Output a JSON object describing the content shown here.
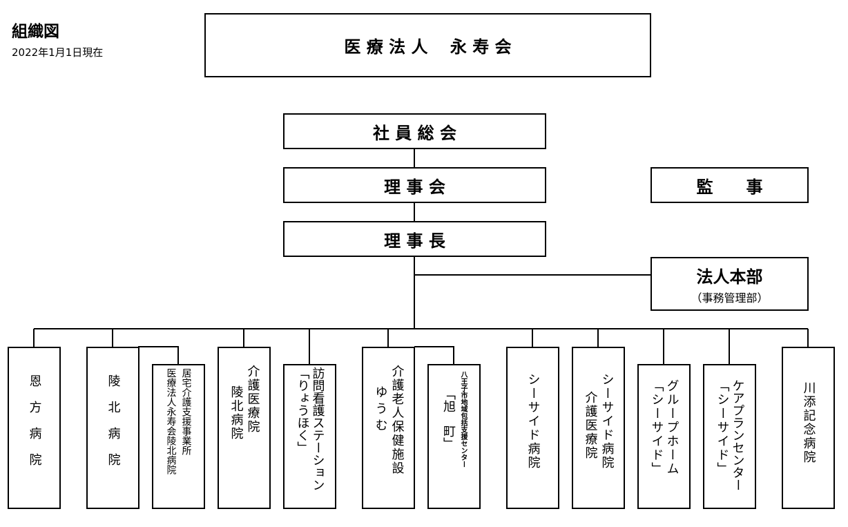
{
  "header": {
    "title": "組織図",
    "date": "2022年1月1日現在"
  },
  "root": "医 療 法 人　 永 寿 会",
  "levels": {
    "shain": "社 員 総 会",
    "rijikai": "理 事 会",
    "kanji": "監　　事",
    "rijicho": "理 事 長",
    "honbu": {
      "main": "法人本部",
      "sub": "（事務管理部）"
    }
  },
  "units": {
    "onkata": "恩方病院",
    "ryohoku": "陵北病院",
    "kyotaku": [
      "居宅介護支援事業所",
      "医療法人永寿会陵北病院"
    ],
    "kaigo_iryo": [
      "介護医療院",
      "陵北病院"
    ],
    "homon": [
      "訪問看護ステーション",
      "「りょうほく」"
    ],
    "roken": [
      "介護老人保健施設",
      "ゆうむ"
    ],
    "houkatsu": [
      "八王子市地域包括支援センター",
      "「旭　町」"
    ],
    "seaside": "シーサイド病院",
    "seaside_iryo": [
      "シーサイド病院",
      "介護医療院"
    ],
    "group": [
      "グループホーム",
      "「シーサイド」"
    ],
    "care": [
      "ケアプランセンター",
      "「シーサイド」"
    ],
    "kawazoe": "川添記念病院"
  }
}
